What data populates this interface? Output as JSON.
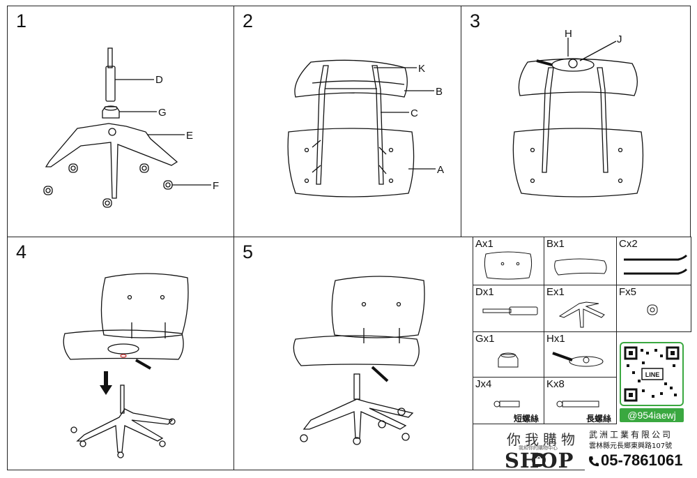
{
  "steps": [
    "1",
    "2",
    "3",
    "4",
    "5"
  ],
  "callouts": {
    "D": "D",
    "G": "G",
    "E": "E",
    "F": "F",
    "K": "K",
    "B": "B",
    "C": "C",
    "A": "A",
    "H": "H",
    "J": "J"
  },
  "parts": [
    {
      "label": "Ax1"
    },
    {
      "label": "Bx1"
    },
    {
      "label": "Cx2"
    },
    {
      "label": "Dx1"
    },
    {
      "label": "Ex1"
    },
    {
      "label": "Fx5"
    },
    {
      "label": "Gx1"
    },
    {
      "label": "Hx1"
    },
    {
      "label": "Jx4"
    },
    {
      "label": "Kx8"
    }
  ],
  "screws": {
    "short": "短螺絲",
    "long": "長螺絲"
  },
  "line": {
    "badge": "LINE",
    "handle": "@954iaewj",
    "brand_color": "#3aa840"
  },
  "shop": {
    "title": "你我購物",
    "subtitle": "我和你的購物中心",
    "word": "SHOP",
    "icon": "gift-bag-icon"
  },
  "company": {
    "name": "武洲工業有限公司",
    "address": "雲林縣元長鄉東興路107號",
    "phone": "05-7861061",
    "phone_icon": "phone-icon"
  }
}
